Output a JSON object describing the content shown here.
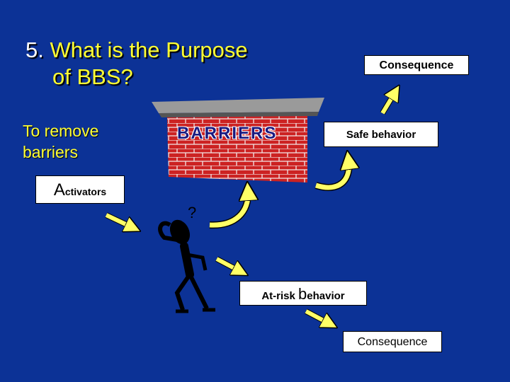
{
  "title": {
    "number": "5.",
    "line1": "What is the Purpose",
    "line2": "of BBS?"
  },
  "subtitle": "To remove barriers",
  "wall": {
    "label": "BARRIERS"
  },
  "figure": {
    "question_mark": "?"
  },
  "boxes": {
    "consequence_top": "Consequence",
    "safe_behavior": "Safe behavior",
    "activators_cap": "A",
    "activators_rest": "ctivators",
    "atrisk_pre": "At-risk ",
    "atrisk_cap": "b",
    "atrisk_rest": "ehavior",
    "consequence_bottom": "Consequence"
  },
  "colors": {
    "background": "#0c3296",
    "title": "#ffff33",
    "arrow": "#ffff66",
    "brick": "#cc2222"
  }
}
